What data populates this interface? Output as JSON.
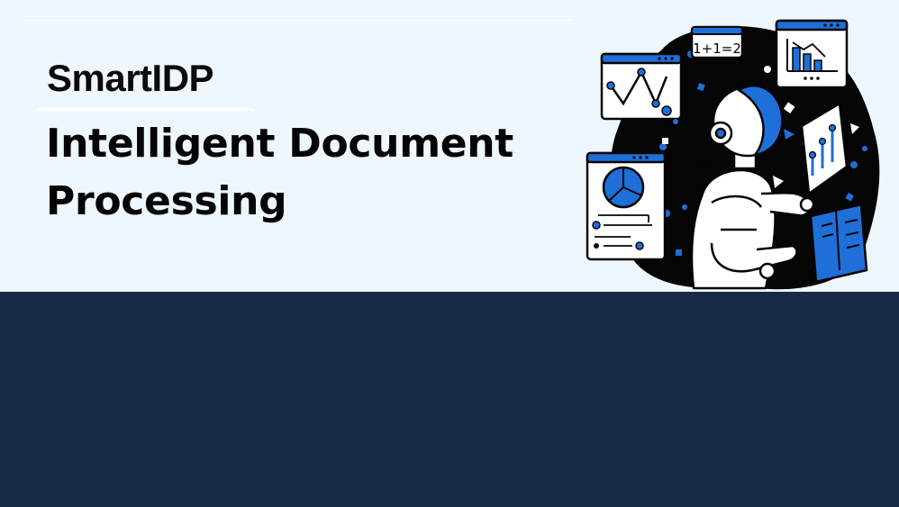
{
  "hero": {
    "brand": "SmartIDP",
    "headline_line1": "Intelligent Document",
    "headline_line2": "Processing",
    "illustration_formula": "1+1=2",
    "illustration_icon": "robot-analyzing-data-icon"
  },
  "colors": {
    "hero_background": "#eff7fe",
    "band_background": "#182a45",
    "accent_blue": "#1f6fd8",
    "ink": "#050505"
  }
}
